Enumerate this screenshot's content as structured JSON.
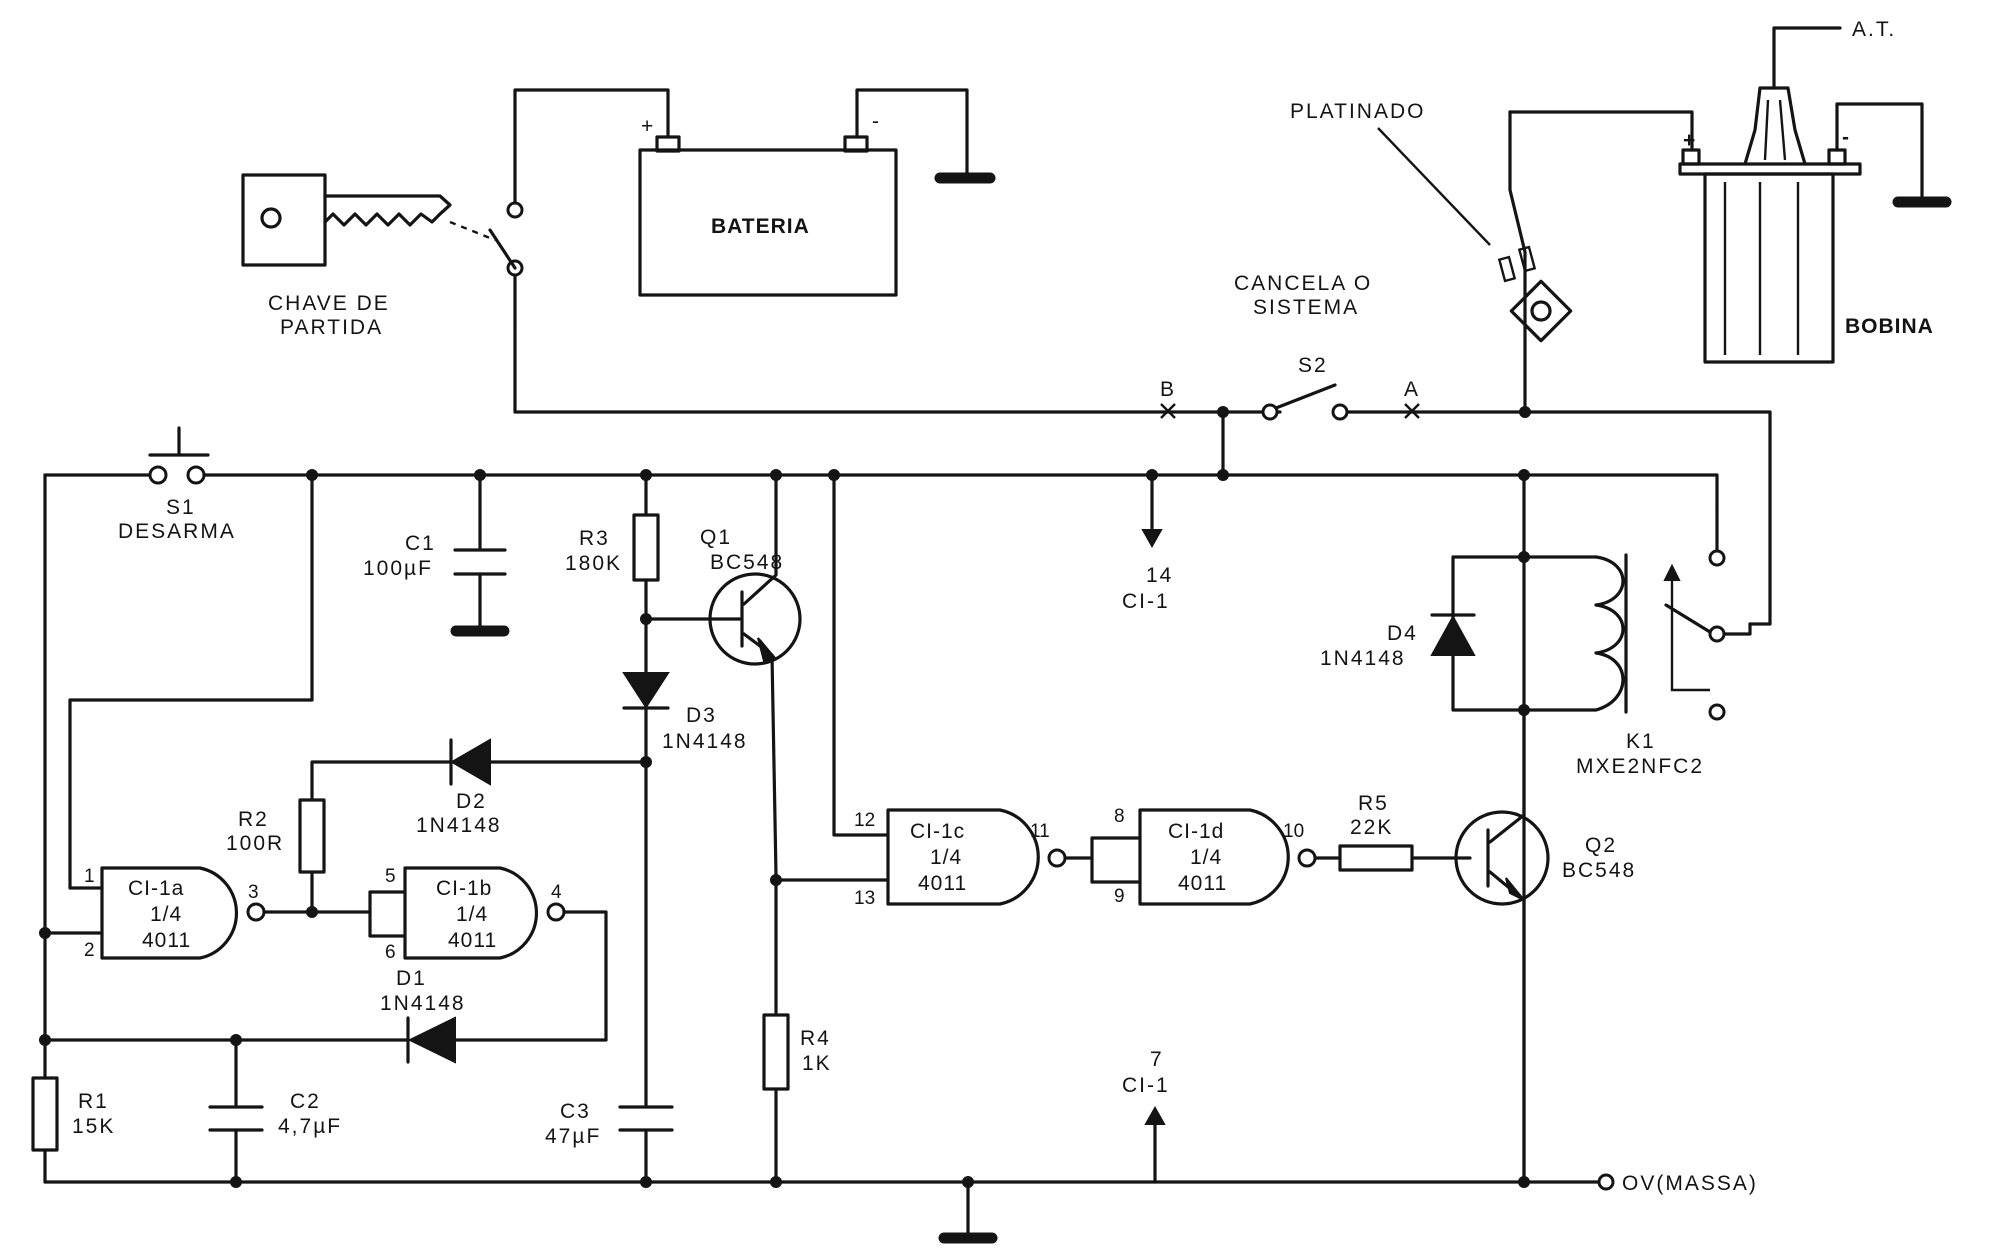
{
  "labels": {
    "ignition_key": [
      "CHAVE DE",
      "PARTIDA"
    ],
    "battery": "BATERIA",
    "battery_plus": "+",
    "battery_minus": "-",
    "points": "PLATINADO",
    "ht": "A.T.",
    "coil": "BOBINA",
    "coil_plus": "+",
    "coil_minus": "-",
    "cancel": [
      "CANCELA O",
      "SISTEMA"
    ],
    "s2": "S2",
    "node_b": "B",
    "node_a": "A",
    "s1": [
      "S1",
      "DESARMA"
    ],
    "ground": "OV(MASSA)",
    "pin14": [
      "14",
      "CI-1"
    ],
    "pin7": [
      "7",
      "CI-1"
    ]
  },
  "components": {
    "C1": [
      "C1",
      "100µF"
    ],
    "R3": [
      "R3",
      "180K"
    ],
    "Q1": [
      "Q1",
      "BC548"
    ],
    "D3": [
      "D3",
      "1N4148"
    ],
    "D2": [
      "D2",
      "1N4148"
    ],
    "R2": [
      "R2",
      "100R"
    ],
    "D1": [
      "D1",
      "1N4148"
    ],
    "R1": [
      "R1",
      "15K"
    ],
    "C2": [
      "C2",
      "4,7µF"
    ],
    "C3": [
      "C3",
      "47µF"
    ],
    "R4": [
      "R4",
      "1K"
    ],
    "D4": [
      "D4",
      "1N4148"
    ],
    "K1": [
      "K1",
      "MXE2NFC2"
    ],
    "R5": [
      "R5",
      "22K"
    ],
    "Q2": [
      "Q2",
      "BC548"
    ]
  },
  "gates": {
    "a": {
      "name": "CI-1a",
      "frac": "1/4",
      "part": "4011",
      "pins": [
        "1",
        "2",
        "3"
      ]
    },
    "b": {
      "name": "CI-1b",
      "frac": "1/4",
      "part": "4011",
      "pins": [
        "5",
        "6",
        "4"
      ]
    },
    "c": {
      "name": "CI-1c",
      "frac": "1/4",
      "part": "4011",
      "pins": [
        "12",
        "13",
        "11"
      ]
    },
    "d": {
      "name": "CI-1d",
      "frac": "1/4",
      "part": "4011",
      "pins": [
        "8",
        "9",
        "10"
      ]
    }
  }
}
